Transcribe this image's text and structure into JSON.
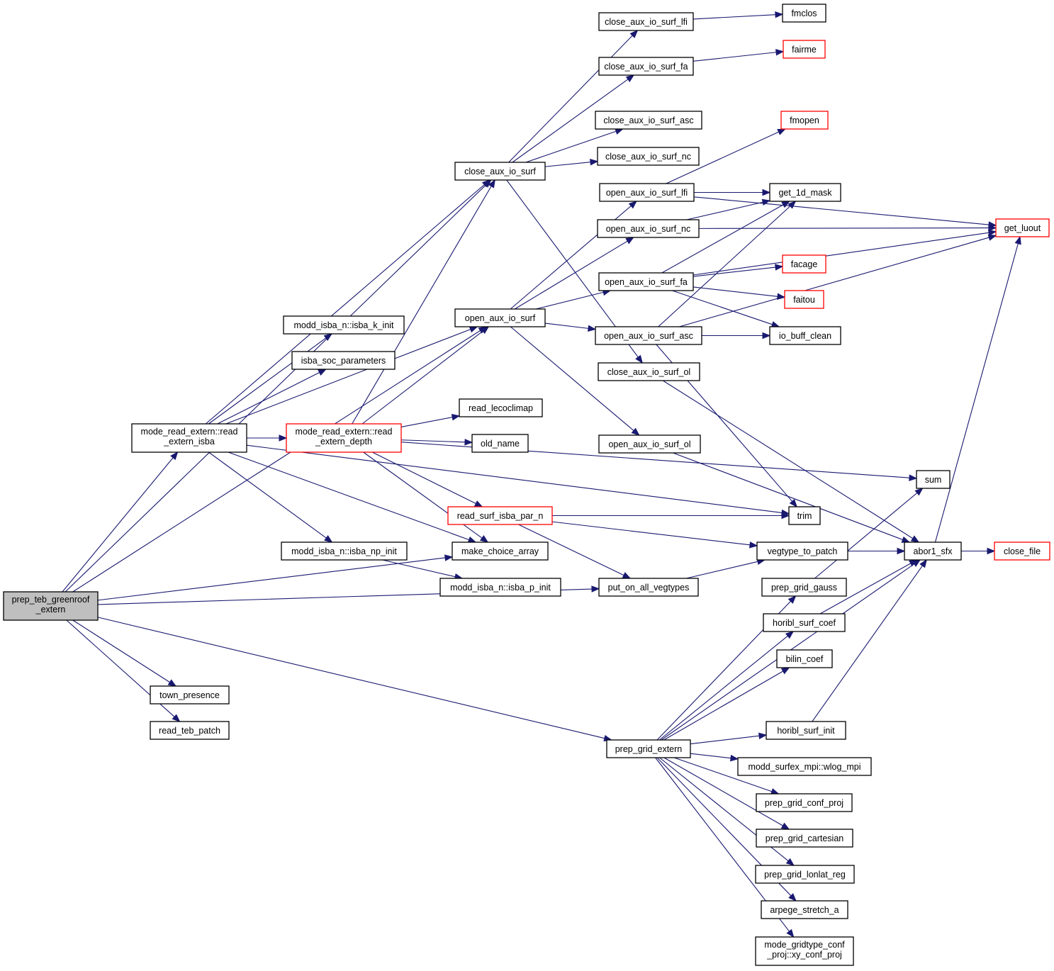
{
  "title": "prep_teb_greenroof_extern call graph",
  "colors": {
    "edge": "#191970",
    "node_border": "#000000",
    "truncated_border": "#ff0000",
    "root_fill": "#bfbfbf"
  },
  "nodes": [
    {
      "id": "root",
      "label": [
        "prep_teb_greenroof",
        "_extern"
      ],
      "style": "root"
    },
    {
      "id": "mre_isba",
      "label": [
        "mode_read_extern::read",
        "_extern_isba"
      ],
      "style": "normal"
    },
    {
      "id": "mre_depth",
      "label": [
        "mode_read_extern::read",
        "_extern_depth"
      ],
      "style": "red"
    },
    {
      "id": "isba_k_init",
      "label": [
        "modd_isba_n::isba_k_init"
      ],
      "style": "normal"
    },
    {
      "id": "isba_soc",
      "label": [
        "isba_soc_parameters"
      ],
      "style": "normal"
    },
    {
      "id": "town_presence",
      "label": [
        "town_presence"
      ],
      "style": "normal"
    },
    {
      "id": "read_teb_patch",
      "label": [
        "read_teb_patch"
      ],
      "style": "normal"
    },
    {
      "id": "isba_np_init",
      "label": [
        "modd_isba_n::isba_np_init"
      ],
      "style": "normal"
    },
    {
      "id": "isba_p_init",
      "label": [
        "modd_isba_n::isba_p_init"
      ],
      "style": "normal"
    },
    {
      "id": "make_choice",
      "label": [
        "make_choice_array"
      ],
      "style": "normal"
    },
    {
      "id": "read_lecoclimap",
      "label": [
        "read_lecoclimap"
      ],
      "style": "normal"
    },
    {
      "id": "old_name",
      "label": [
        "old_name"
      ],
      "style": "normal"
    },
    {
      "id": "read_surf_isba",
      "label": [
        "read_surf_isba_par_n"
      ],
      "style": "red"
    },
    {
      "id": "close_aux",
      "label": [
        "close_aux_io_surf"
      ],
      "style": "normal"
    },
    {
      "id": "open_aux",
      "label": [
        "open_aux_io_surf"
      ],
      "style": "normal"
    },
    {
      "id": "close_lfi",
      "label": [
        "close_aux_io_surf_lfi"
      ],
      "style": "normal"
    },
    {
      "id": "close_fa",
      "label": [
        "close_aux_io_surf_fa"
      ],
      "style": "normal"
    },
    {
      "id": "close_asc",
      "label": [
        "close_aux_io_surf_asc"
      ],
      "style": "normal"
    },
    {
      "id": "close_nc",
      "label": [
        "close_aux_io_surf_nc"
      ],
      "style": "normal"
    },
    {
      "id": "open_lfi",
      "label": [
        "open_aux_io_surf_lfi"
      ],
      "style": "normal"
    },
    {
      "id": "open_nc",
      "label": [
        "open_aux_io_surf_nc"
      ],
      "style": "normal"
    },
    {
      "id": "open_fa",
      "label": [
        "open_aux_io_surf_fa"
      ],
      "style": "normal"
    },
    {
      "id": "open_asc",
      "label": [
        "open_aux_io_surf_asc"
      ],
      "style": "normal"
    },
    {
      "id": "close_ol",
      "label": [
        "close_aux_io_surf_ol"
      ],
      "style": "normal"
    },
    {
      "id": "open_ol",
      "label": [
        "open_aux_io_surf_ol"
      ],
      "style": "normal"
    },
    {
      "id": "put_on_all",
      "label": [
        "put_on_all_vegtypes"
      ],
      "style": "normal"
    },
    {
      "id": "prep_grid_extern",
      "label": [
        "prep_grid_extern"
      ],
      "style": "normal"
    },
    {
      "id": "fmclos",
      "label": [
        "fmclos"
      ],
      "style": "normal"
    },
    {
      "id": "fairme",
      "label": [
        "fairme"
      ],
      "style": "red"
    },
    {
      "id": "fmopen",
      "label": [
        "fmopen"
      ],
      "style": "red"
    },
    {
      "id": "get_1d_mask",
      "label": [
        "get_1d_mask"
      ],
      "style": "normal"
    },
    {
      "id": "facage",
      "label": [
        "facage"
      ],
      "style": "red"
    },
    {
      "id": "faitou",
      "label": [
        "faitou"
      ],
      "style": "red"
    },
    {
      "id": "io_buff_clean",
      "label": [
        "io_buff_clean"
      ],
      "style": "normal"
    },
    {
      "id": "trim",
      "label": [
        "trim"
      ],
      "style": "normal"
    },
    {
      "id": "sum",
      "label": [
        "sum"
      ],
      "style": "normal"
    },
    {
      "id": "vegtype_to_patch",
      "label": [
        "vegtype_to_patch"
      ],
      "style": "normal"
    },
    {
      "id": "prep_grid_gauss",
      "label": [
        "prep_grid_gauss"
      ],
      "style": "normal"
    },
    {
      "id": "horibl_coef",
      "label": [
        "horibl_surf_coef"
      ],
      "style": "normal"
    },
    {
      "id": "bilin_coef",
      "label": [
        "bilin_coef"
      ],
      "style": "normal"
    },
    {
      "id": "horibl_init",
      "label": [
        "horibl_surf_init"
      ],
      "style": "normal"
    },
    {
      "id": "wlog_mpi",
      "label": [
        "modd_surfex_mpi::wlog_mpi"
      ],
      "style": "normal"
    },
    {
      "id": "conf_proj",
      "label": [
        "prep_grid_conf_proj"
      ],
      "style": "normal"
    },
    {
      "id": "cartesian",
      "label": [
        "prep_grid_cartesian"
      ],
      "style": "normal"
    },
    {
      "id": "lonlat_reg",
      "label": [
        "prep_grid_lonlat_reg"
      ],
      "style": "normal"
    },
    {
      "id": "arpege",
      "label": [
        "arpege_stretch_a"
      ],
      "style": "normal"
    },
    {
      "id": "xy_conf_proj",
      "label": [
        "mode_gridtype_conf",
        "_proj::xy_conf_proj"
      ],
      "style": "normal"
    },
    {
      "id": "get_luout",
      "label": [
        "get_luout"
      ],
      "style": "red"
    },
    {
      "id": "abor1_sfx",
      "label": [
        "abor1_sfx"
      ],
      "style": "normal"
    },
    {
      "id": "close_file",
      "label": [
        "close_file"
      ],
      "style": "red"
    }
  ],
  "edges": [
    [
      "root",
      "close_aux"
    ],
    [
      "root",
      "open_aux"
    ],
    [
      "root",
      "mre_isba"
    ],
    [
      "root",
      "make_choice"
    ],
    [
      "root",
      "put_on_all"
    ],
    [
      "root",
      "prep_grid_extern"
    ],
    [
      "root",
      "town_presence"
    ],
    [
      "root",
      "read_teb_patch"
    ],
    [
      "mre_isba",
      "close_aux"
    ],
    [
      "mre_isba",
      "open_aux"
    ],
    [
      "mre_isba",
      "isba_k_init"
    ],
    [
      "mre_isba",
      "isba_soc"
    ],
    [
      "mre_isba",
      "mre_depth"
    ],
    [
      "mre_isba",
      "trim"
    ],
    [
      "mre_isba",
      "make_choice"
    ],
    [
      "mre_isba",
      "isba_np_init"
    ],
    [
      "isba_np_init",
      "isba_p_init"
    ],
    [
      "mre_depth",
      "close_aux"
    ],
    [
      "mre_depth",
      "open_aux"
    ],
    [
      "mre_depth",
      "read_lecoclimap"
    ],
    [
      "mre_depth",
      "old_name"
    ],
    [
      "mre_depth",
      "sum"
    ],
    [
      "mre_depth",
      "read_surf_isba"
    ],
    [
      "mre_depth",
      "make_choice"
    ],
    [
      "read_surf_isba",
      "trim"
    ],
    [
      "read_surf_isba",
      "vegtype_to_patch"
    ],
    [
      "read_surf_isba",
      "put_on_all"
    ],
    [
      "close_aux",
      "close_lfi"
    ],
    [
      "close_aux",
      "close_fa"
    ],
    [
      "close_aux",
      "close_asc"
    ],
    [
      "close_aux",
      "close_nc"
    ],
    [
      "close_aux",
      "close_ol"
    ],
    [
      "open_aux",
      "open_lfi"
    ],
    [
      "open_aux",
      "open_nc"
    ],
    [
      "open_aux",
      "open_fa"
    ],
    [
      "open_aux",
      "open_asc"
    ],
    [
      "open_aux",
      "open_ol"
    ],
    [
      "close_lfi",
      "fmclos"
    ],
    [
      "close_fa",
      "fairme"
    ],
    [
      "open_lfi",
      "fmopen"
    ],
    [
      "open_lfi",
      "get_1d_mask"
    ],
    [
      "open_lfi",
      "get_luout"
    ],
    [
      "open_nc",
      "get_1d_mask"
    ],
    [
      "open_nc",
      "get_luout"
    ],
    [
      "open_fa",
      "get_1d_mask"
    ],
    [
      "open_fa",
      "get_luout"
    ],
    [
      "open_fa",
      "facage"
    ],
    [
      "open_fa",
      "faitou"
    ],
    [
      "open_fa",
      "io_buff_clean"
    ],
    [
      "open_asc",
      "get_1d_mask"
    ],
    [
      "open_asc",
      "io_buff_clean"
    ],
    [
      "open_asc",
      "get_luout"
    ],
    [
      "open_asc",
      "trim"
    ],
    [
      "close_ol",
      "abor1_sfx"
    ],
    [
      "open_ol",
      "abor1_sfx"
    ],
    [
      "put_on_all",
      "vegtype_to_patch"
    ],
    [
      "vegtype_to_patch",
      "abor1_sfx"
    ],
    [
      "abor1_sfx",
      "get_luout"
    ],
    [
      "abor1_sfx",
      "close_file"
    ],
    [
      "prep_grid_extern",
      "prep_grid_gauss"
    ],
    [
      "prep_grid_extern",
      "horibl_coef"
    ],
    [
      "prep_grid_extern",
      "bilin_coef"
    ],
    [
      "prep_grid_extern",
      "abor1_sfx"
    ],
    [
      "prep_grid_extern",
      "horibl_init"
    ],
    [
      "prep_grid_extern",
      "wlog_mpi"
    ],
    [
      "prep_grid_extern",
      "conf_proj"
    ],
    [
      "prep_grid_extern",
      "cartesian"
    ],
    [
      "prep_grid_extern",
      "lonlat_reg"
    ],
    [
      "prep_grid_extern",
      "arpege"
    ],
    [
      "prep_grid_extern",
      "xy_conf_proj"
    ],
    [
      "prep_grid_gauss",
      "sum"
    ],
    [
      "horibl_coef",
      "abor1_sfx"
    ],
    [
      "horibl_init",
      "abor1_sfx"
    ]
  ]
}
